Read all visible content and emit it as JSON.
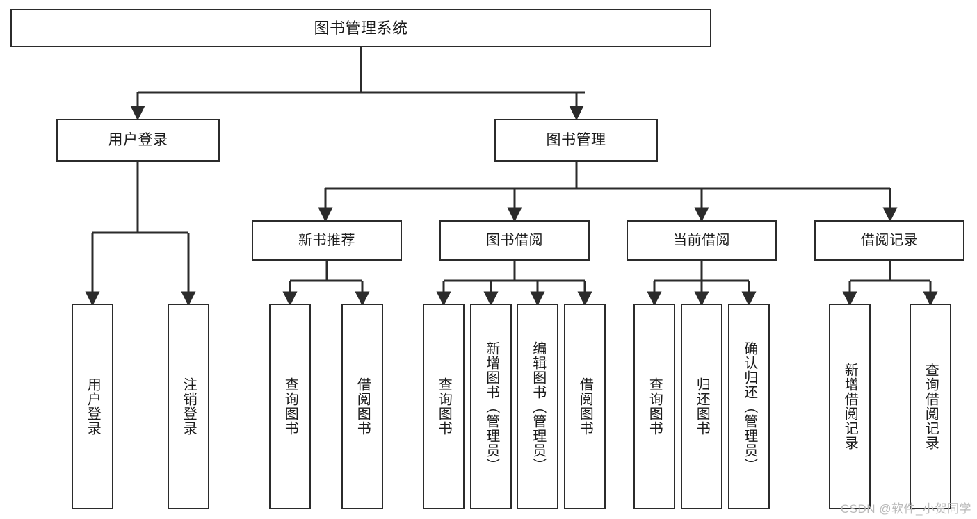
{
  "diagram": {
    "title": "图书管理系统",
    "type": "hierarchy-tree",
    "root": {
      "label": "图书管理系统"
    },
    "level2": [
      {
        "label": "用户登录"
      },
      {
        "label": "图书管理"
      }
    ],
    "level3": [
      {
        "label": "新书推荐"
      },
      {
        "label": "图书借阅"
      },
      {
        "label": "当前借阅"
      },
      {
        "label": "借阅记录"
      }
    ],
    "leaves": {
      "user_login": [
        {
          "label": "用户登录"
        },
        {
          "label": "注销登录"
        }
      ],
      "new_book": [
        {
          "label": "查询图书"
        },
        {
          "label": "借阅图书"
        }
      ],
      "book_borrow": [
        {
          "label": "查询图书"
        },
        {
          "label": "新增图书（管理员）"
        },
        {
          "label": "编辑图书（管理员）"
        },
        {
          "label": "借阅图书"
        }
      ],
      "current_borrow": [
        {
          "label": "查询图书"
        },
        {
          "label": "归还图书"
        },
        {
          "label": "确认归还（管理员）"
        }
      ],
      "borrow_record": [
        {
          "label": "新增借阅记录"
        },
        {
          "label": "查询借阅记录"
        }
      ]
    }
  },
  "watermark": {
    "text": "CSDN @软件_小贺同学"
  },
  "colors": {
    "stroke": "#2b2b2b",
    "background": "#ffffff",
    "text": "#1a1a1a",
    "watermark": "#b9b9b9"
  }
}
